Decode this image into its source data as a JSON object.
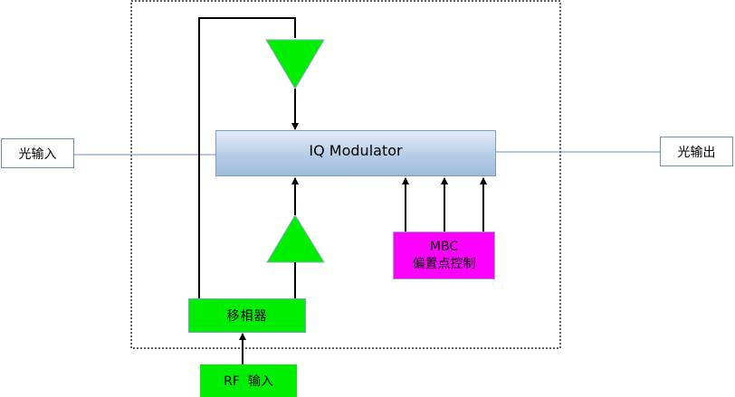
{
  "optical_input": {
    "label": "光输入"
  },
  "optical_output": {
    "label": "光输出"
  },
  "iq_modulator": {
    "label": "IQ Modulator"
  },
  "mbc_control": {
    "line1": "MBC",
    "line2": "偏置点控制"
  },
  "phase_shifter": {
    "label": "移相器"
  },
  "rf_input": {
    "label": "RF  输入"
  },
  "colors": {
    "amplifier": "#00ee00",
    "phase_shifter": "#00ee00",
    "rf_input": "#00ee00",
    "mbc": "#ff00ff",
    "modulator_fill": "#b7cde6",
    "connector": "#000000",
    "io_line": "#6d8fb3"
  }
}
